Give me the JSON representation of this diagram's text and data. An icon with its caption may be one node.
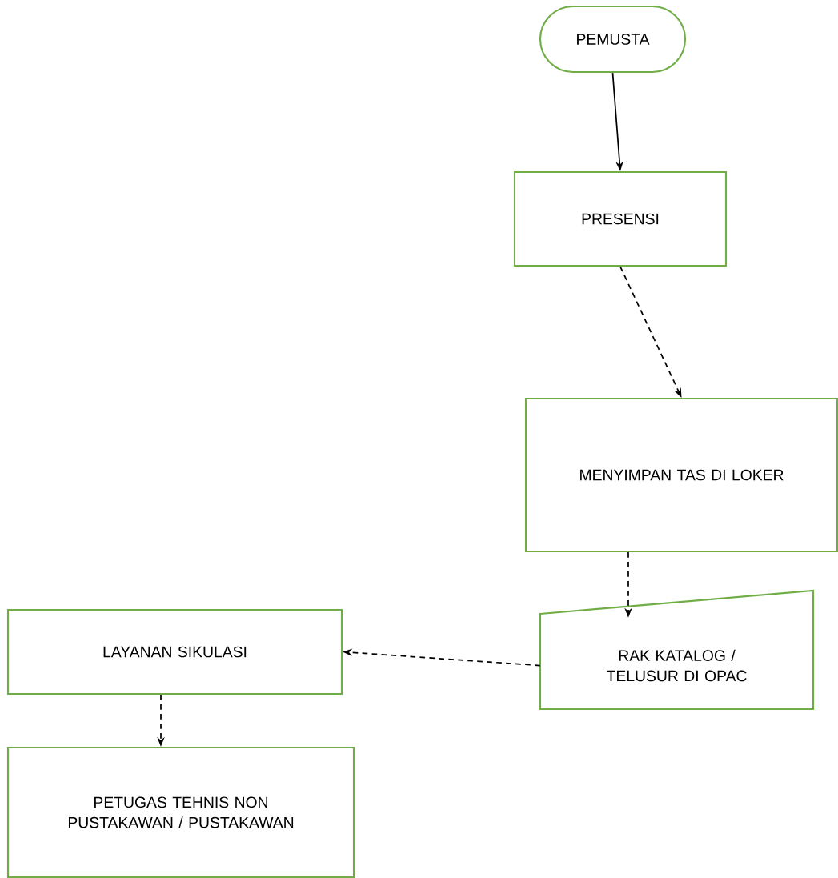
{
  "diagram": {
    "nodes": [
      {
        "text": [
          "PEMUSTA"
        ]
      },
      {
        "text": [
          "PRESENSI"
        ]
      },
      {
        "text": [
          "MENYIMPAN TAS DI LOKER"
        ]
      },
      {
        "text": [
          "RAK KATALOG / TELUSUR DI OPAC"
        ]
      },
      {
        "text": [
          "LAYANAN SIKULASI"
        ]
      },
      {
        "text": [
          "PETUGAS TEHNIS NON PUSTAKAWAN / PUSTAKAWAN"
        ]
      }
    ],
    "edges": [
      {
        "from": 0,
        "to": 1,
        "arrow": "to"
      },
      {
        "from": 1,
        "to": 2,
        "arrow": "to",
        "style": "dashed"
      },
      {
        "from": 2,
        "to": 3,
        "arrow": "to",
        "style": "dashed"
      },
      {
        "from": 3,
        "to": 4,
        "arrow": "to",
        "style": "dashed"
      },
      {
        "from": 4,
        "to": 5,
        "arrow": "to",
        "style": "dashed"
      }
    ]
  }
}
